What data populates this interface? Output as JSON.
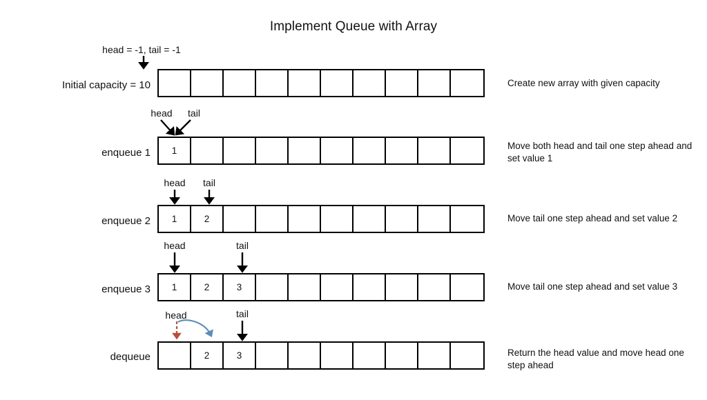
{
  "title": "Implement Queue with Array",
  "colors": {
    "stroke": "#000000",
    "text": "#111111",
    "head_move_arrow": "#b5503a",
    "head_curve_arrow": "#5b8db8",
    "background": "#ffffff"
  },
  "top_annotation": {
    "text": "head = -1, tail = -1"
  },
  "labels": {
    "head": "head",
    "tail": "tail"
  },
  "rows": [
    {
      "id": "initial",
      "label": "Initial capacity = 10",
      "note": "Create new array with given capacity",
      "cells": [
        "",
        "",
        "",
        "",
        "",
        "",
        "",
        "",
        "",
        ""
      ],
      "head_index": null,
      "tail_index": null
    },
    {
      "id": "enqueue-1",
      "label": "enqueue 1",
      "note": "Move both head and tail one step ahead and set value 1",
      "cells": [
        "1",
        "",
        "",
        "",
        "",
        "",
        "",
        "",
        "",
        ""
      ],
      "head_index": 0,
      "tail_index": 0
    },
    {
      "id": "enqueue-2",
      "label": "enqueue 2",
      "note": "Move tail one step ahead and set value 2",
      "cells": [
        "1",
        "2",
        "",
        "",
        "",
        "",
        "",
        "",
        "",
        ""
      ],
      "head_index": 0,
      "tail_index": 1
    },
    {
      "id": "enqueue-3",
      "label": "enqueue 3",
      "note": "Move tail one step ahead and set value 3",
      "cells": [
        "1",
        "2",
        "3",
        "",
        "",
        "",
        "",
        "",
        "",
        ""
      ],
      "head_index": 0,
      "tail_index": 2
    },
    {
      "id": "dequeue",
      "label": "dequeue",
      "note": "Return the head value and move head one step ahead",
      "cells": [
        "",
        "2",
        "3",
        "",
        "",
        "",
        "",
        "",
        "",
        ""
      ],
      "head_index": 0,
      "head_moves_to_index": 1,
      "tail_index": 2
    }
  ]
}
